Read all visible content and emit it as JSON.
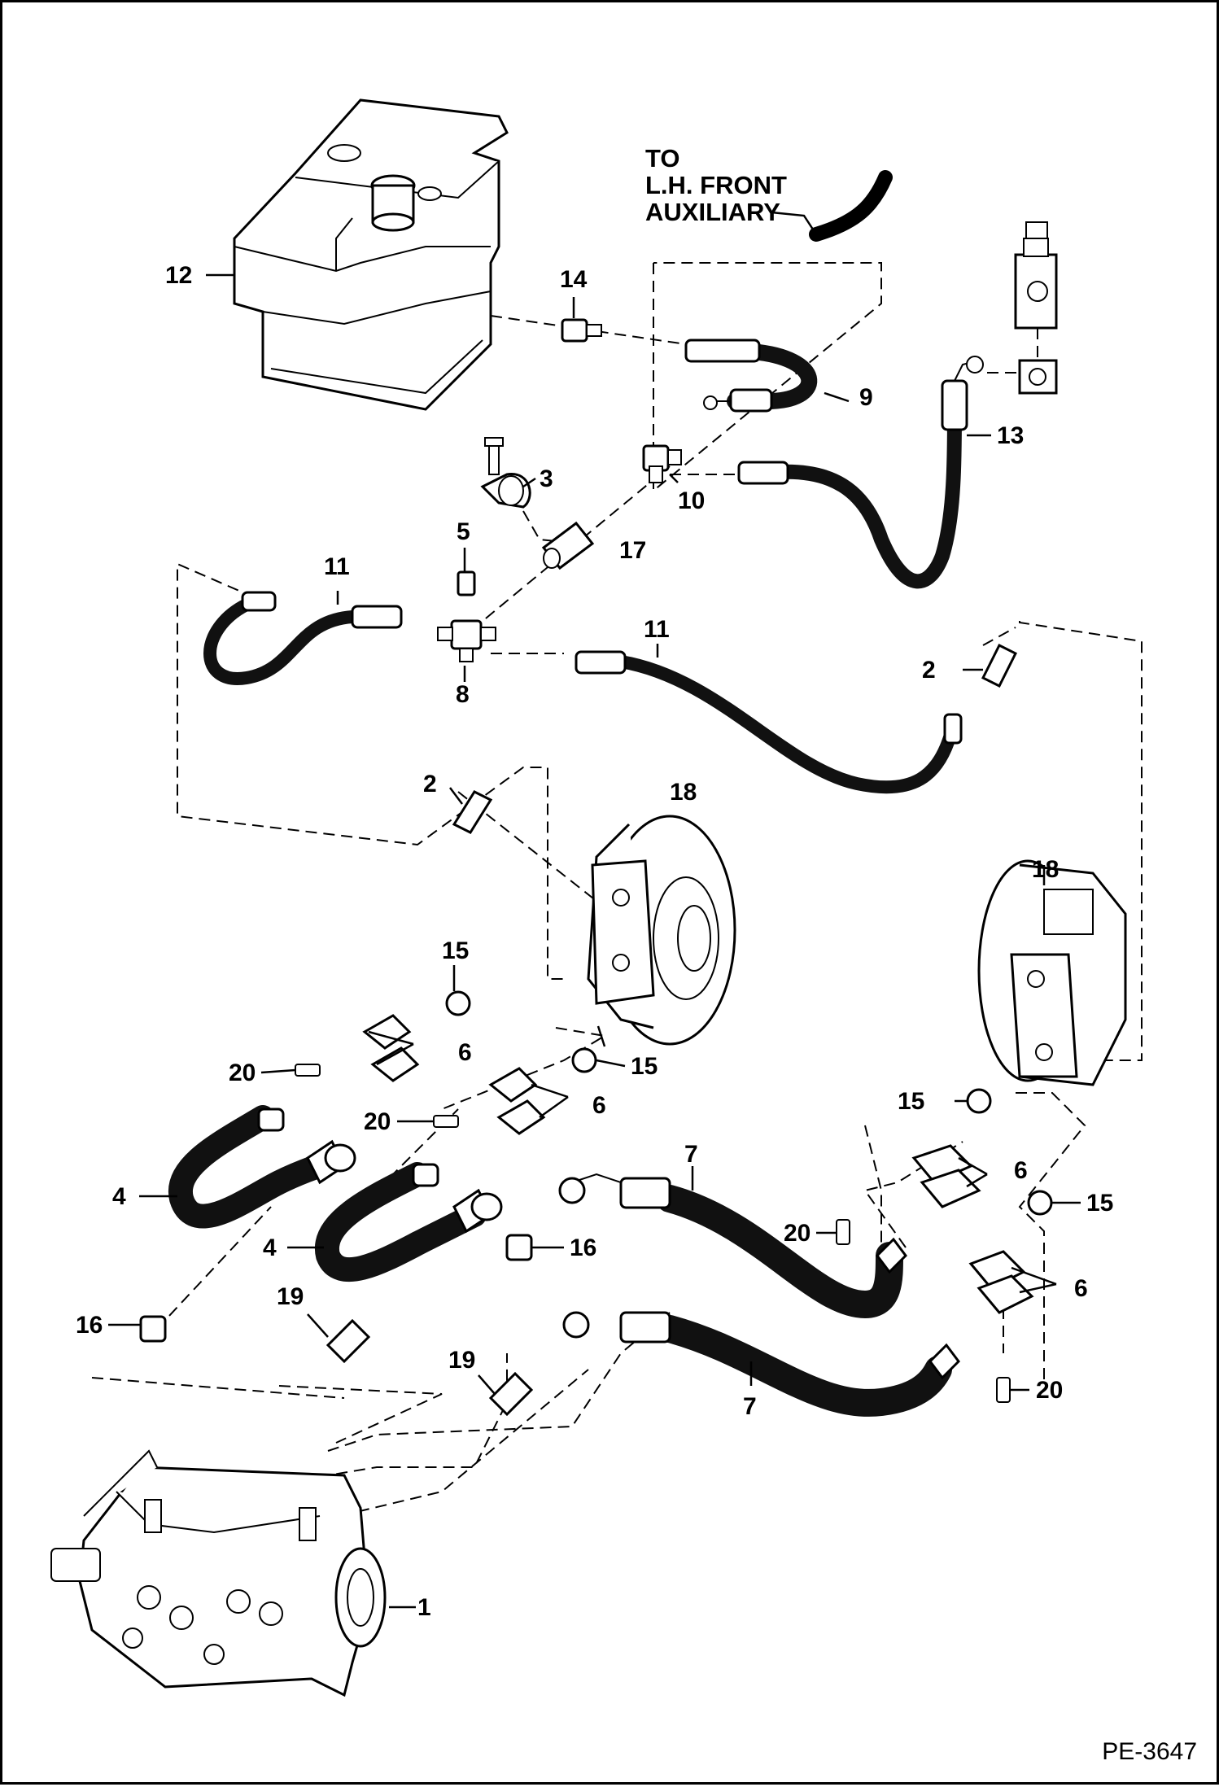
{
  "figure_id": "PE-3647",
  "note_lines": [
    "TO",
    "L.H. FRONT",
    "AUXILIARY"
  ],
  "callouts": {
    "c1": "1",
    "c2a": "2",
    "c2b": "2",
    "c3": "3",
    "c4a": "4",
    "c4b": "4",
    "c5": "5",
    "c6a": "6",
    "c6b": "6",
    "c6c": "6",
    "c6d": "6",
    "c7a": "7",
    "c7b": "7",
    "c8": "8",
    "c9": "9",
    "c10": "10",
    "c11a": "11",
    "c11b": "11",
    "c12": "12",
    "c13": "13",
    "c14": "14",
    "c15a": "15",
    "c15b": "15",
    "c15c": "15",
    "c15d": "15",
    "c16a": "16",
    "c16b": "16",
    "c17": "17",
    "c18a": "18",
    "c18b": "18",
    "c19a": "19",
    "c19b": "19",
    "c20a": "20",
    "c20b": "20",
    "c20c": "20",
    "c20d": "20"
  }
}
